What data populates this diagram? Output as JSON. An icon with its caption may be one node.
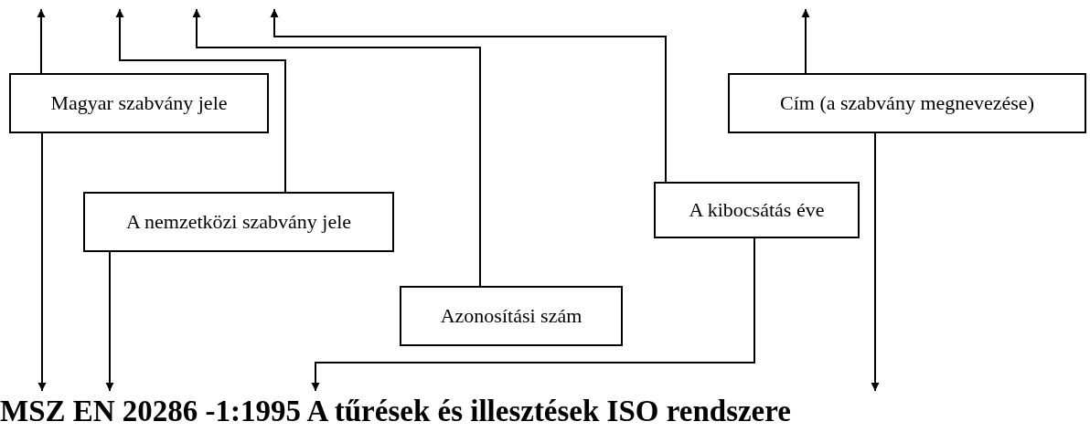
{
  "diagram": {
    "nodes": [
      {
        "text": [
          "Magyar szabvány jele"
        ]
      },
      {
        "text": [
          "Cím (a szabvány megnevezése)"
        ]
      },
      {
        "text": [
          "A nemzetközi szabvány jele"
        ]
      },
      {
        "text": [
          "A kibocsátás éve"
        ]
      },
      {
        "text": [
          "Azonosítási szám"
        ]
      },
      {
        "text": [
          "MSZ EN 20286 -1:1995 A tűrések és illesztések ISO rendszere"
        ]
      }
    ],
    "edges": [
      {
        "from": 0,
        "to": null,
        "arrow": "to"
      },
      {
        "from": 0,
        "to": 5,
        "arrow": "to"
      },
      {
        "from": 2,
        "to": null,
        "arrow": "to"
      },
      {
        "from": 2,
        "to": 5,
        "arrow": "to"
      },
      {
        "from": 4,
        "to": null,
        "arrow": "to"
      },
      {
        "from": 3,
        "to": null,
        "arrow": "to"
      },
      {
        "from": 3,
        "to": 5,
        "arrow": "to"
      },
      {
        "from": 1,
        "to": null,
        "arrow": "to"
      },
      {
        "from": 1,
        "to": 5,
        "arrow": "to"
      }
    ]
  }
}
